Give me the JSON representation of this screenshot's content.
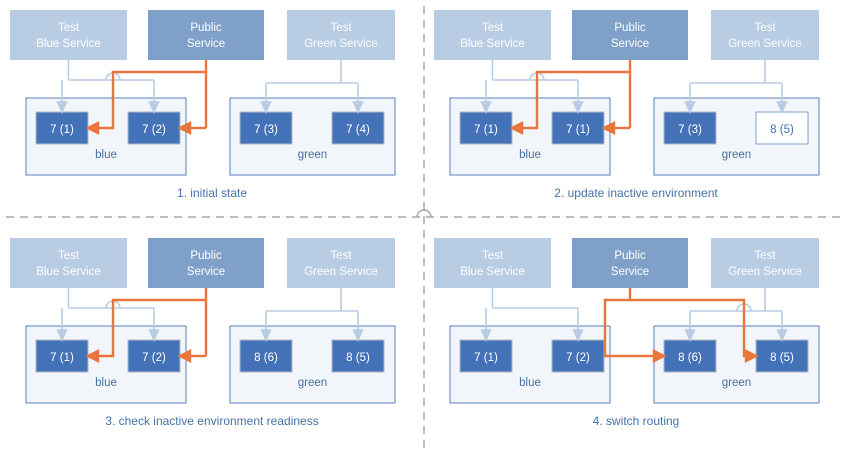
{
  "colors": {
    "service_light": "#b8cce4",
    "service_dark": "#7fa0c8",
    "instance_fill": "#4472b8",
    "instance_border": "#b0b8c4",
    "instance_outline_fill": "#ffffff",
    "instance_outline_border": "#7f9fcf",
    "env_fill": "#f2f5f9",
    "env_border": "#5b7fbd",
    "connector_blue": "#b8cce4",
    "routing_orange": "#e8763c",
    "caption_blue": "#4472a8",
    "divider_gray": "#a6a6a6",
    "text_white": "#ffffff"
  },
  "labels": {
    "test_blue_service": "Test\nBlue Service",
    "test_blue_service_l1": "Test",
    "test_blue_service_l2": "Blue Service",
    "public_service_l1": "Public",
    "public_service_l2": "Service",
    "test_green_service_l1": "Test",
    "test_green_service_l2": "Green Service",
    "env_blue": "blue",
    "env_green": "green"
  },
  "panels": [
    {
      "id": "panel-1",
      "caption": "1. initial state",
      "services": {
        "test_blue": {
          "line1": "Test",
          "line2": "Blue Service"
        },
        "public": {
          "line1": "Public",
          "line2": "Service"
        },
        "test_green": {
          "line1": "Test",
          "line2": "Green Service"
        }
      },
      "environments": [
        {
          "name": "blue",
          "label": "blue",
          "active": true,
          "instances": [
            {
              "label": "7 (1)",
              "style": "filled"
            },
            {
              "label": "7 (2)",
              "style": "filled"
            }
          ]
        },
        {
          "name": "green",
          "label": "green",
          "active": false,
          "instances": [
            {
              "label": "7 (3)",
              "style": "filled"
            },
            {
              "label": "7 (4)",
              "style": "filled"
            }
          ]
        }
      ],
      "routing_target": "blue",
      "routing_direction": "left"
    },
    {
      "id": "panel-2",
      "caption": "2. update inactive environment",
      "services": {
        "test_blue": {
          "line1": "Test",
          "line2": "Blue Service"
        },
        "public": {
          "line1": "Public",
          "line2": "Service"
        },
        "test_green": {
          "line1": "Test",
          "line2": "Green Service"
        }
      },
      "environments": [
        {
          "name": "blue",
          "label": "blue",
          "active": true,
          "instances": [
            {
              "label": "7 (1)",
              "style": "filled"
            },
            {
              "label": "7 (1)",
              "style": "filled"
            }
          ]
        },
        {
          "name": "green",
          "label": "green",
          "active": false,
          "instances": [
            {
              "label": "7 (3)",
              "style": "filled"
            },
            {
              "label": "8 (5)",
              "style": "outline"
            }
          ]
        }
      ],
      "routing_target": "blue",
      "routing_direction": "left"
    },
    {
      "id": "panel-3",
      "caption": "3. check inactive environment readiness",
      "services": {
        "test_blue": {
          "line1": "Test",
          "line2": "Blue Service"
        },
        "public": {
          "line1": "Public",
          "line2": "Service"
        },
        "test_green": {
          "line1": "Test",
          "line2": "Green Service"
        }
      },
      "environments": [
        {
          "name": "blue",
          "label": "blue",
          "active": true,
          "instances": [
            {
              "label": "7 (1)",
              "style": "filled"
            },
            {
              "label": "7 (2)",
              "style": "filled"
            }
          ]
        },
        {
          "name": "green",
          "label": "green",
          "active": false,
          "instances": [
            {
              "label": "8 (6)",
              "style": "filled"
            },
            {
              "label": "8 (5)",
              "style": "filled"
            }
          ]
        }
      ],
      "routing_target": "blue",
      "routing_direction": "left"
    },
    {
      "id": "panel-4",
      "caption": "4. switch routing",
      "services": {
        "test_blue": {
          "line1": "Test",
          "line2": "Blue Service"
        },
        "public": {
          "line1": "Public",
          "line2": "Service"
        },
        "test_green": {
          "line1": "Test",
          "line2": "Green Service"
        }
      },
      "environments": [
        {
          "name": "blue",
          "label": "blue",
          "active": false,
          "instances": [
            {
              "label": "7 (1)",
              "style": "filled"
            },
            {
              "label": "7 (2)",
              "style": "filled"
            }
          ]
        },
        {
          "name": "green",
          "label": "green",
          "active": true,
          "instances": [
            {
              "label": "8 (6)",
              "style": "filled"
            },
            {
              "label": "8 (5)",
              "style": "filled"
            }
          ]
        }
      ],
      "routing_target": "green",
      "routing_direction": "right"
    }
  ],
  "divider": {
    "vertical_label": "vertical-divider",
    "horizontal_label": "horizontal-divider"
  }
}
